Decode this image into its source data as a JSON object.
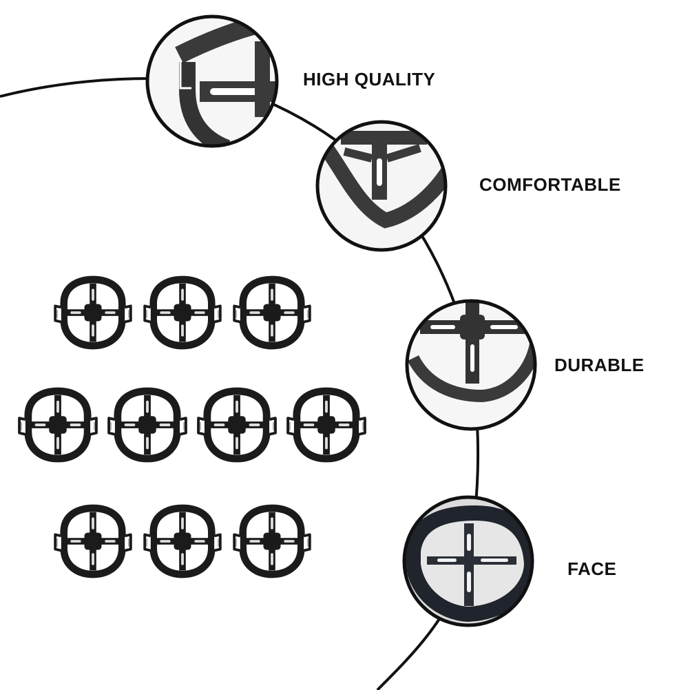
{
  "features": [
    {
      "label": "HIGH QUALITY",
      "detail": "hook-and-rib"
    },
    {
      "label": "COMFORTABLE",
      "detail": "nose-bridge"
    },
    {
      "label": "DURABLE",
      "detail": "cross-rib"
    },
    {
      "label": "FACE",
      "detail": "worn-on-face"
    }
  ],
  "product_grid": {
    "rows": [
      3,
      4,
      3
    ]
  },
  "colors": {
    "background": "#ffffff",
    "bracket": "#1b1b1b",
    "bracket_face": "#20242c",
    "lens_fill": "#f2f2f2",
    "arc_line": "#111111",
    "label_text": "#111111"
  }
}
